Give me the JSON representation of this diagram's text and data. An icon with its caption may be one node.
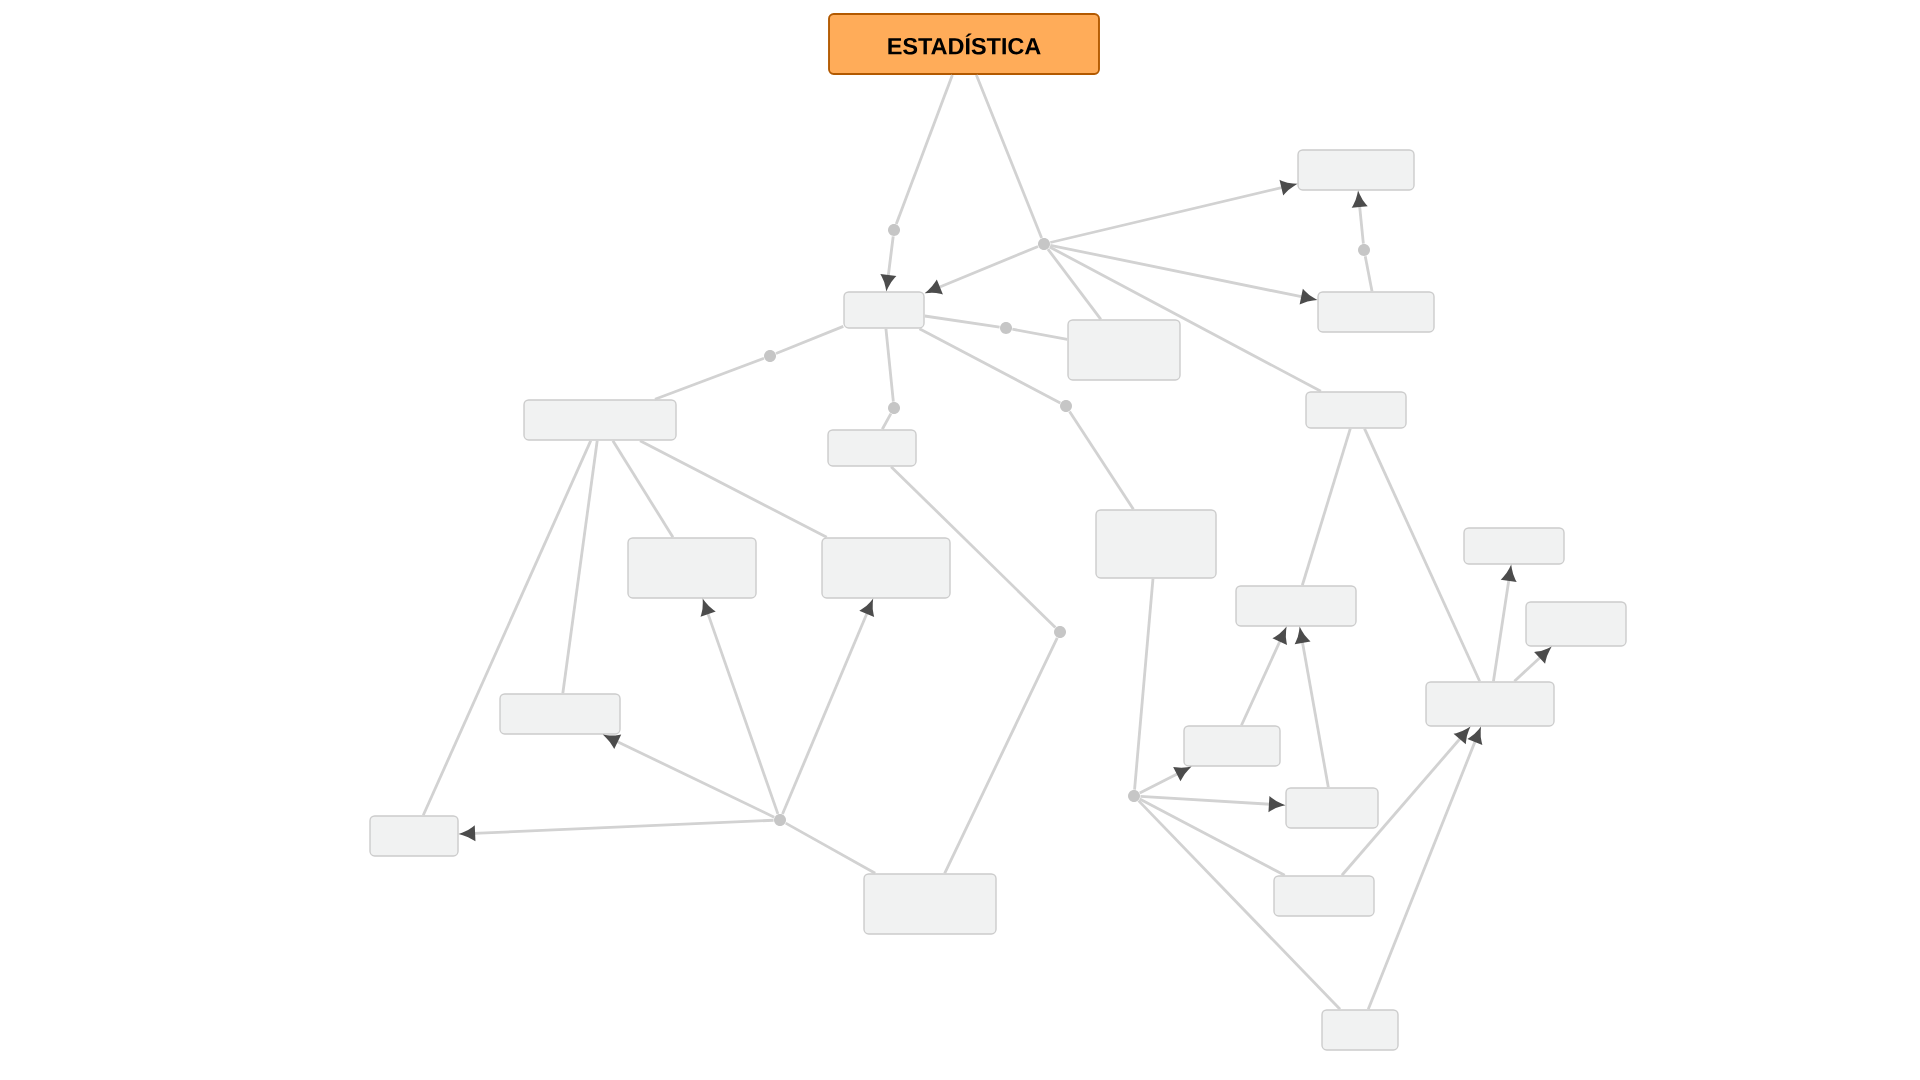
{
  "diagram": {
    "nodes": [
      {
        "text": [
          "ESTADÍSTICA"
        ]
      },
      {
        "text": [],
        "shape": "box"
      },
      {
        "text": [],
        "shape": "box"
      },
      {
        "text": [],
        "shape": "box"
      },
      {
        "text": [],
        "shape": "box"
      },
      {
        "text": [],
        "shape": "box"
      },
      {
        "text": [],
        "shape": "box"
      },
      {
        "text": [],
        "shape": "box"
      },
      {
        "text": [],
        "shape": "box"
      },
      {
        "text": [],
        "shape": "box"
      },
      {
        "text": [],
        "shape": "box"
      },
      {
        "text": [],
        "shape": "box"
      },
      {
        "text": [],
        "shape": "box"
      },
      {
        "text": [],
        "shape": "box"
      },
      {
        "text": [],
        "shape": "box"
      },
      {
        "text": [],
        "shape": "box"
      },
      {
        "text": [],
        "shape": "box"
      },
      {
        "text": [],
        "shape": "box"
      },
      {
        "text": [],
        "shape": "box"
      },
      {
        "text": [],
        "shape": "box"
      },
      {
        "text": [],
        "shape": "box"
      },
      {
        "text": [],
        "shape": "box"
      },
      {
        "text": [],
        "shape": "dot"
      },
      {
        "text": [],
        "shape": "dot"
      },
      {
        "text": [],
        "shape": "dot"
      },
      {
        "text": [],
        "shape": "dot"
      },
      {
        "text": [],
        "shape": "dot"
      },
      {
        "text": [],
        "shape": "dot"
      },
      {
        "text": [],
        "shape": "dot"
      },
      {
        "text": [],
        "shape": "dot"
      },
      {
        "text": [],
        "shape": "dot"
      },
      {
        "text": [],
        "shape": "dot"
      }
    ],
    "edges": [
      {
        "from": 0,
        "to": 22,
        "arrow": "none"
      },
      {
        "from": 22,
        "to": 3,
        "arrow": "to"
      },
      {
        "from": 0,
        "to": 23,
        "arrow": "none"
      },
      {
        "from": 23,
        "to": 1,
        "arrow": "to"
      },
      {
        "from": 23,
        "to": 2,
        "arrow": "to"
      },
      {
        "from": 23,
        "to": 3,
        "arrow": "to"
      },
      {
        "from": 23,
        "to": 4,
        "arrow": "none"
      },
      {
        "from": 23,
        "to": 7,
        "arrow": "none"
      },
      {
        "from": 2,
        "to": 24,
        "arrow": "none"
      },
      {
        "from": 24,
        "to": 1,
        "arrow": "to"
      },
      {
        "from": 4,
        "to": 25,
        "arrow": "none"
      },
      {
        "from": 25,
        "to": 3,
        "arrow": "none"
      },
      {
        "from": 3,
        "to": 26,
        "arrow": "none"
      },
      {
        "from": 26,
        "to": 5,
        "arrow": "none"
      },
      {
        "from": 3,
        "to": 27,
        "arrow": "none"
      },
      {
        "from": 27,
        "to": 6,
        "arrow": "none"
      },
      {
        "from": 3,
        "to": 28,
        "arrow": "none"
      },
      {
        "from": 28,
        "to": 8,
        "arrow": "none"
      },
      {
        "from": 6,
        "to": 29,
        "arrow": "none"
      },
      {
        "from": 29,
        "to": 19,
        "arrow": "none"
      },
      {
        "from": 5,
        "to": 9,
        "arrow": "none"
      },
      {
        "from": 5,
        "to": 10,
        "arrow": "none"
      },
      {
        "from": 5,
        "to": 14,
        "arrow": "none"
      },
      {
        "from": 5,
        "to": 18,
        "arrow": "none"
      },
      {
        "from": 19,
        "to": 30,
        "arrow": "none"
      },
      {
        "from": 30,
        "to": 9,
        "arrow": "to"
      },
      {
        "from": 30,
        "to": 10,
        "arrow": "to"
      },
      {
        "from": 30,
        "to": 14,
        "arrow": "to"
      },
      {
        "from": 30,
        "to": 18,
        "arrow": "to"
      },
      {
        "from": 8,
        "to": 31,
        "arrow": "none"
      },
      {
        "from": 31,
        "to": 16,
        "arrow": "to"
      },
      {
        "from": 31,
        "to": 17,
        "arrow": "to"
      },
      {
        "from": 31,
        "to": 20,
        "arrow": "none"
      },
      {
        "from": 31,
        "to": 21,
        "arrow": "none"
      },
      {
        "from": 7,
        "to": 11,
        "arrow": "none"
      },
      {
        "from": 7,
        "to": 15,
        "arrow": "none"
      },
      {
        "from": 16,
        "to": 11,
        "arrow": "to"
      },
      {
        "from": 17,
        "to": 11,
        "arrow": "to"
      },
      {
        "from": 20,
        "to": 15,
        "arrow": "to"
      },
      {
        "from": 21,
        "to": 15,
        "arrow": "to"
      },
      {
        "from": 15,
        "to": 12,
        "arrow": "to"
      },
      {
        "from": 15,
        "to": 13,
        "arrow": "to"
      }
    ]
  }
}
